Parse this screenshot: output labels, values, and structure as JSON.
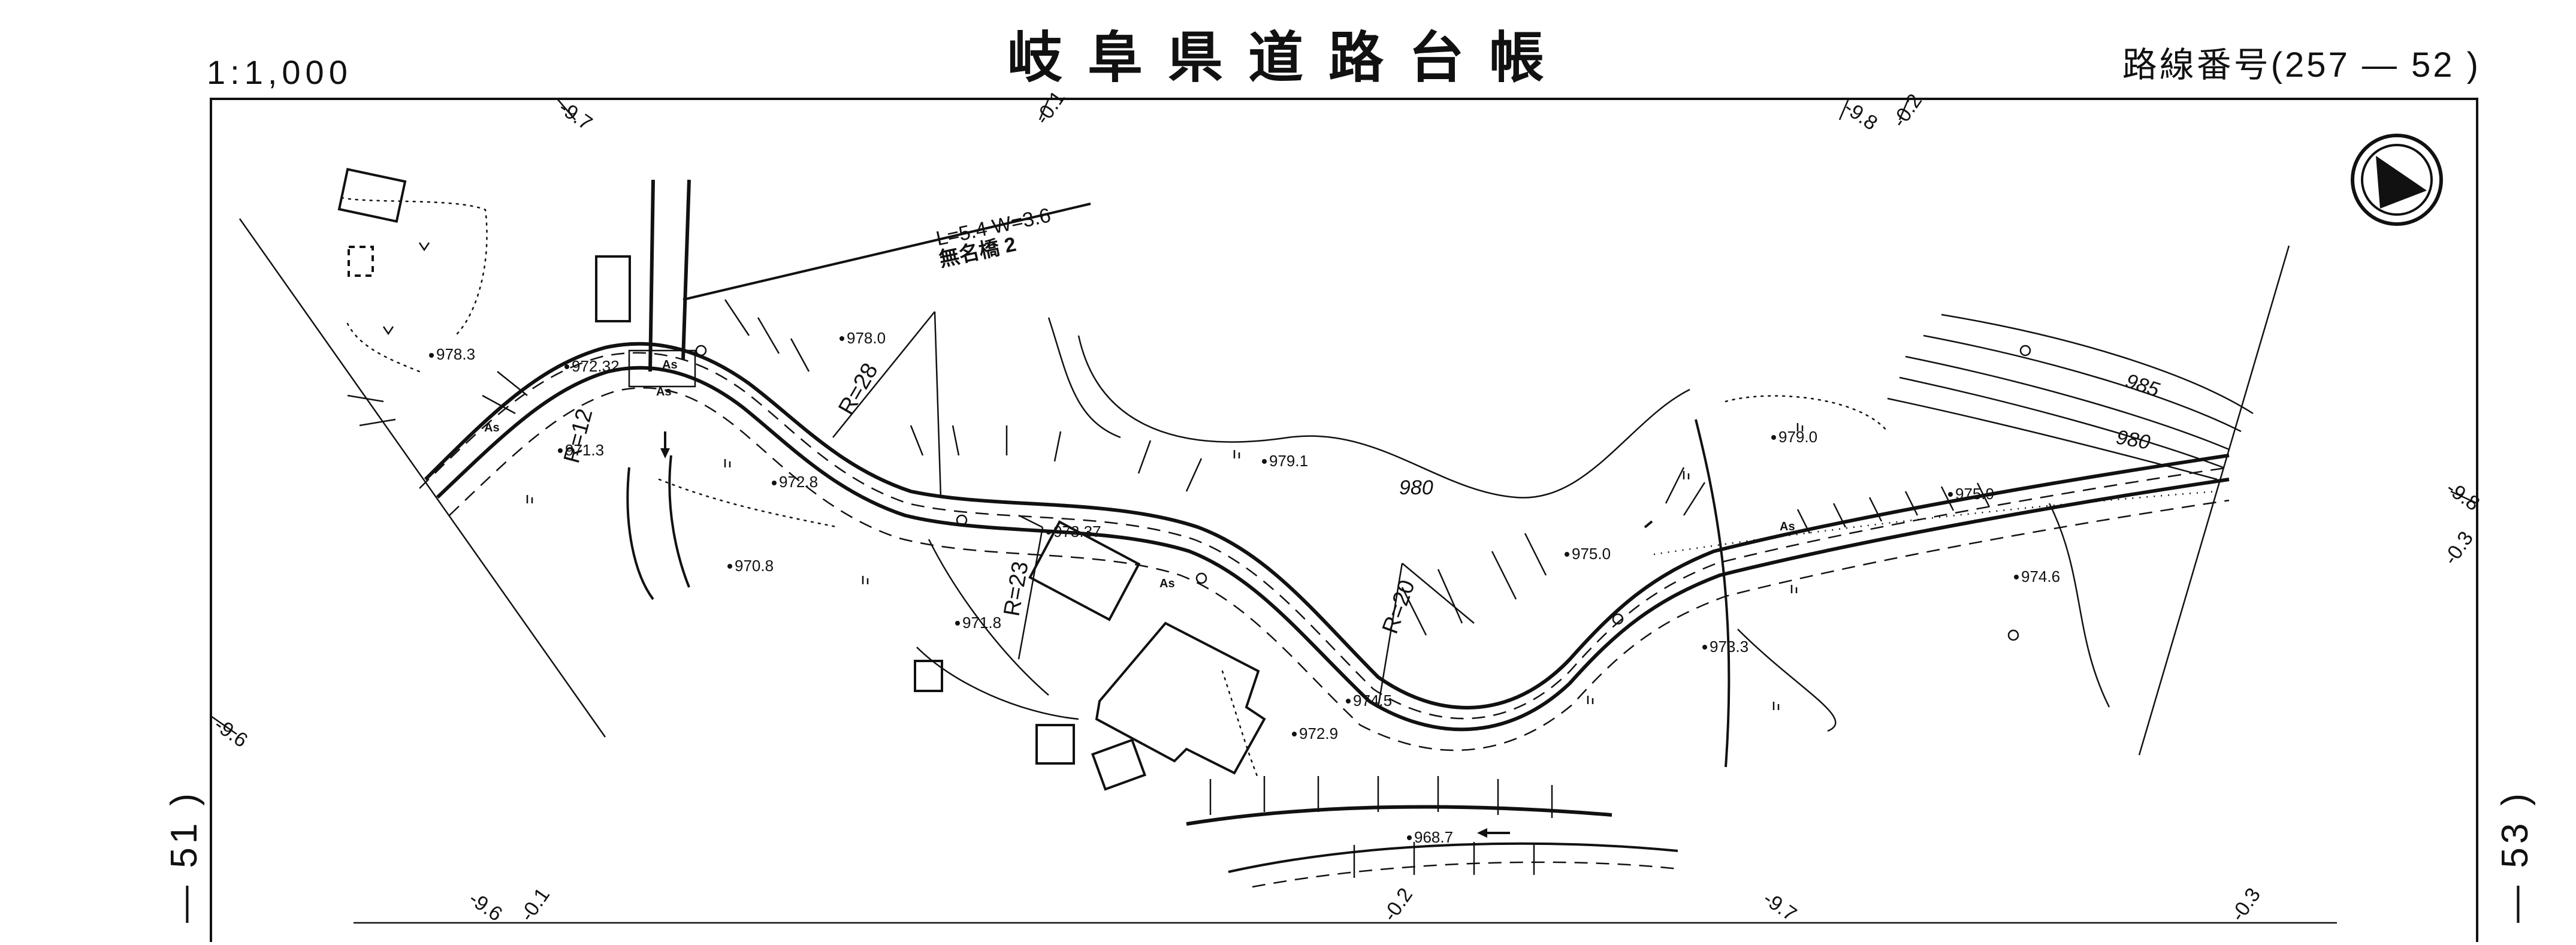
{
  "header": {
    "scale": "1:1,000",
    "title": "岐阜県道路台帳",
    "route_label": "路線番号(257 — 52 )"
  },
  "margins": {
    "left_sheet": "— 51 )",
    "right_sheet": "— 53 )"
  },
  "edge_labels": [
    "-9.7",
    "-0.1",
    "-9.8",
    "-0.2",
    "-9.6",
    "-9.8",
    "-0.3",
    "-9.6",
    "-0.1",
    "-0.2",
    "-9.7",
    "-0.3"
  ],
  "bridge": {
    "dims": "L=5.4 W=3.6",
    "name": "無名橋 2"
  },
  "curve_labels": [
    "R=12",
    "R=28",
    "R=23",
    "R=20"
  ],
  "contours": [
    "980",
    "985",
    "980"
  ],
  "elevations": [
    "978.3",
    "972.32",
    "971.3",
    "978.0",
    "972.8",
    "970.8",
    "979.1",
    "973.37",
    "971.8",
    "974.5",
    "972.9",
    "975.0",
    "979.0",
    "975.9",
    "974.6",
    "973.3",
    "968.7"
  ],
  "surface_labels": [
    "As",
    "As",
    "As",
    "As",
    "As"
  ],
  "compass": "north-arrow",
  "colors": {
    "ink": "#111111",
    "paper": "#ffffff"
  }
}
